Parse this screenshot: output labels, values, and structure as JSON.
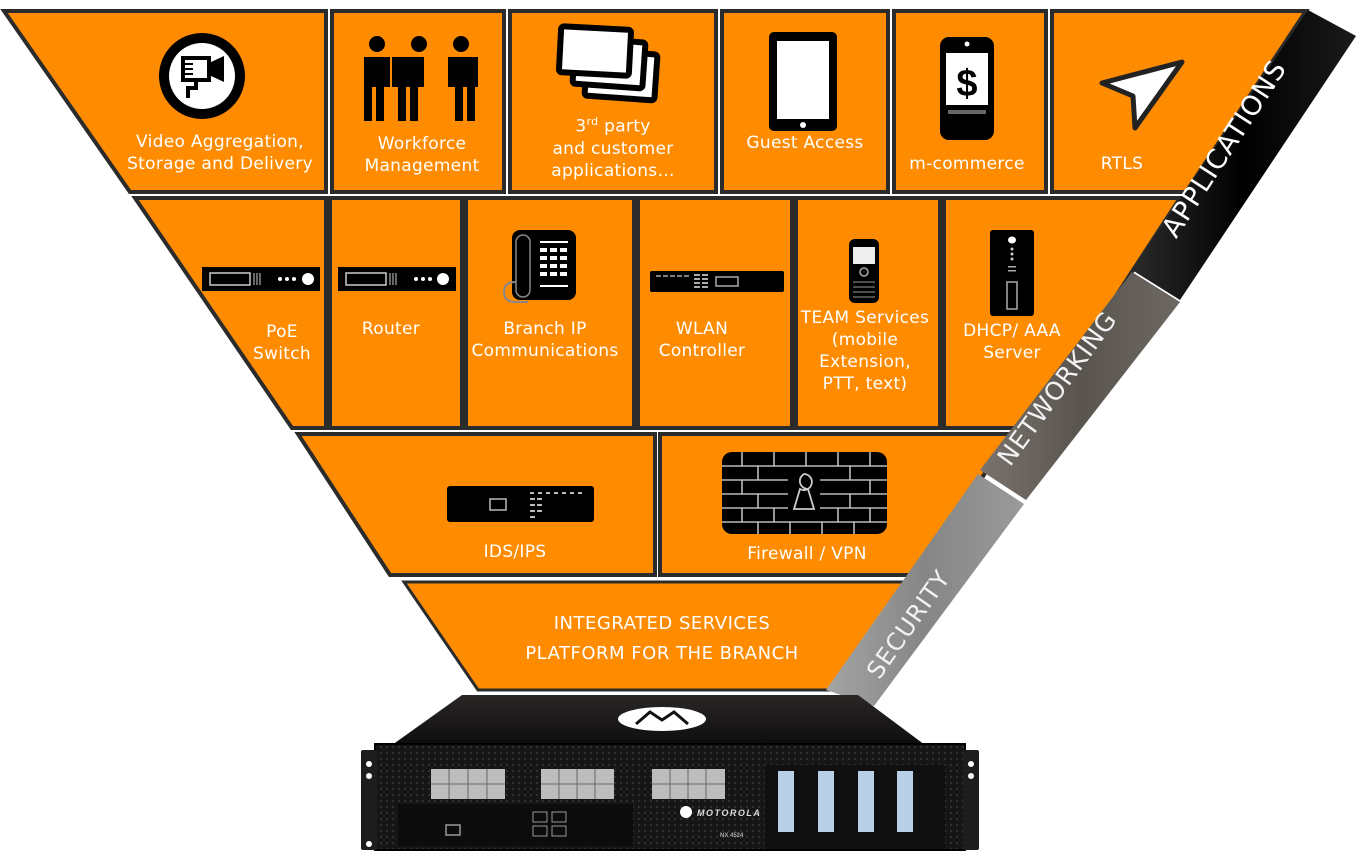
{
  "colors": {
    "tile": "#ff8c00",
    "tile_border": "#2b2b2b",
    "icon": "#000000",
    "band_applications": "#050505",
    "band_networking": "#5e5853",
    "band_security": "#8a8a8a",
    "text": "#ffffff"
  },
  "applications_row": [
    {
      "label": "Video Aggregation,\nStorage and Delivery",
      "icon": "video-camera-icon"
    },
    {
      "label": "Workforce\nManagement",
      "icon": "people-group-icon"
    },
    {
      "label_prefix": "3",
      "label_sup": "rd",
      "label_rest": " party\nand customer\napplications…",
      "icon": "stacked-windows-icon"
    },
    {
      "label": "Guest Access",
      "icon": "tablet-icon"
    },
    {
      "label": "m-commerce",
      "icon": "phone-dollar-icon"
    },
    {
      "label": "RTLS",
      "icon": "location-arrow-icon"
    }
  ],
  "networking_row": [
    {
      "label": "PoE\nSwitch",
      "icon": "switch-device-icon"
    },
    {
      "label": "Router",
      "icon": "router-device-icon"
    },
    {
      "label": "Branch IP\nCommunications",
      "icon": "desk-phone-icon"
    },
    {
      "label": "WLAN\nController",
      "icon": "wlan-controller-icon"
    },
    {
      "label": "TEAM Services\n(mobile\nExtension,\nPTT, text)",
      "icon": "mobile-phone-icon"
    },
    {
      "label": "DHCP/ AAA\nServer",
      "icon": "tower-server-icon"
    }
  ],
  "security_row": [
    {
      "label": "IDS/IPS",
      "icon": "ids-appliance-icon"
    },
    {
      "label": "Firewall / VPN",
      "icon": "brick-wall-keyhole-icon"
    }
  ],
  "platform": {
    "label": "INTEGRATED SERVICES\nPLATFORM FOR THE BRANCH"
  },
  "bands": {
    "applications": "APPLICATIONS",
    "networking": "NETWORKING",
    "security": "SECURITY"
  },
  "device": {
    "brand": "MOTOROLA",
    "model": "NX 4524",
    "logo": "motorola-logo-icon"
  }
}
